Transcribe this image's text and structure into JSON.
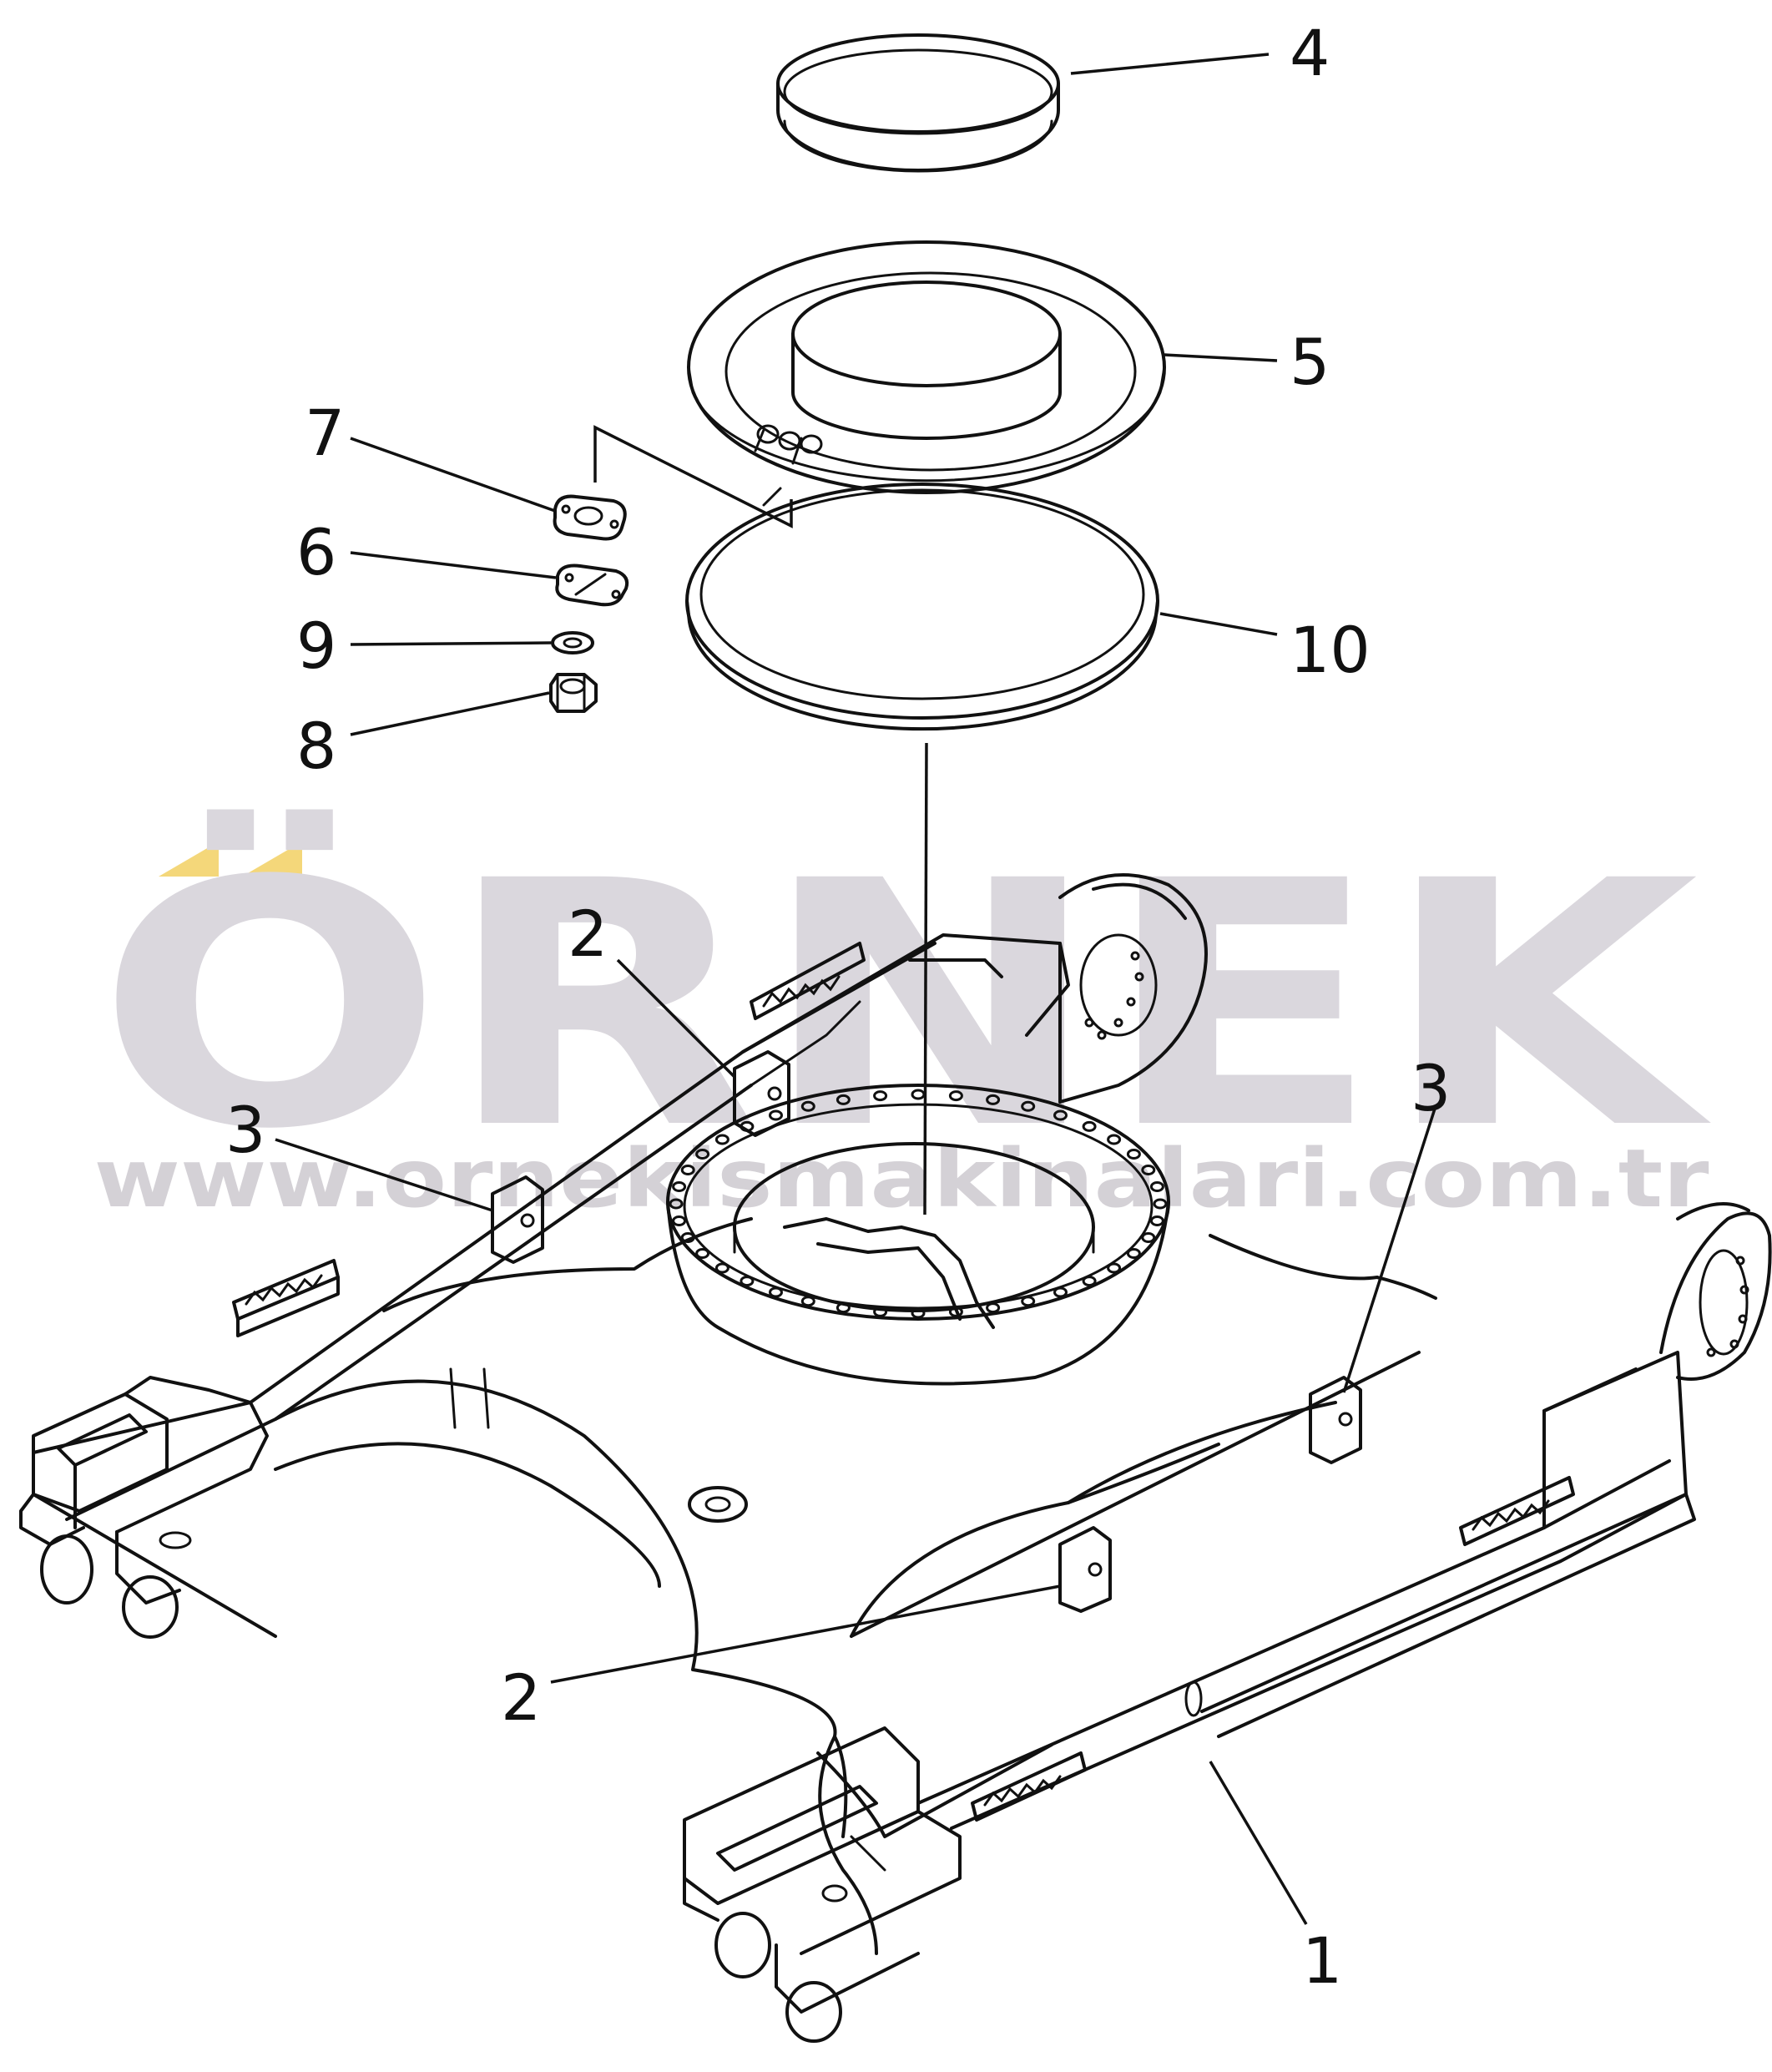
{
  "watermark": {
    "brand": "ÖRNEK",
    "url": "www.ornekismakinalari.com.tr",
    "brand_color": "#d9d6dc",
    "umlaut_color": "#f4d77a"
  },
  "callouts": [
    "4",
    "5",
    "7",
    "6",
    "9",
    "8",
    "10",
    "2",
    "3",
    "3",
    "2",
    "1"
  ]
}
